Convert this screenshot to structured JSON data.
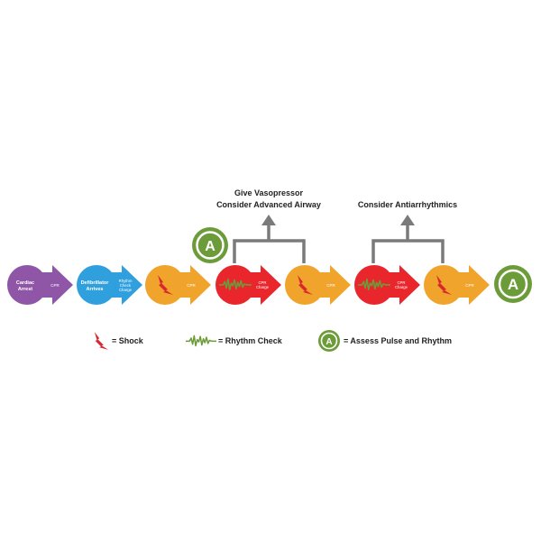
{
  "colors": {
    "purple": "#8f55a7",
    "blue": "#2f9fdd",
    "orange": "#f0a42b",
    "red": "#e8262c",
    "green": "#6c9b3a",
    "gray": "#7a7a7a",
    "shock_red": "#d8272d"
  },
  "annotations": {
    "vasopressor_line1": "Give Vasopressor",
    "vasopressor_line2": "Consider Advanced Airway",
    "antiarrhythmics": "Consider Antiarrhythmics"
  },
  "steps": [
    {
      "circle_line1": "Cardiac",
      "circle_line2": "Arrest",
      "arrow_label": "CPR",
      "icon": "none"
    },
    {
      "circle_line1": "Defibrillator",
      "circle_line2": "Arrives",
      "arrow_line1": "Rhythm",
      "arrow_line2": "Check",
      "arrow_line3": "Charge",
      "icon": "none"
    },
    {
      "arrow_label": "CPR",
      "icon": "shock-icon"
    },
    {
      "arrow_line1": "CPR",
      "arrow_line2": "Charge",
      "icon": "rhythm-check-icon"
    },
    {
      "arrow_label": "CPR",
      "icon": "shock-icon"
    },
    {
      "arrow_line1": "CPR",
      "arrow_line2": "Charge",
      "icon": "rhythm-check-icon"
    },
    {
      "arrow_label": "CPR",
      "icon": "shock-icon"
    }
  ],
  "assess_letter": "A",
  "legend": {
    "shock": "= Shock",
    "rhythm_check": "= Rhythm Check",
    "assess": "= Assess Pulse and Rhythm"
  }
}
